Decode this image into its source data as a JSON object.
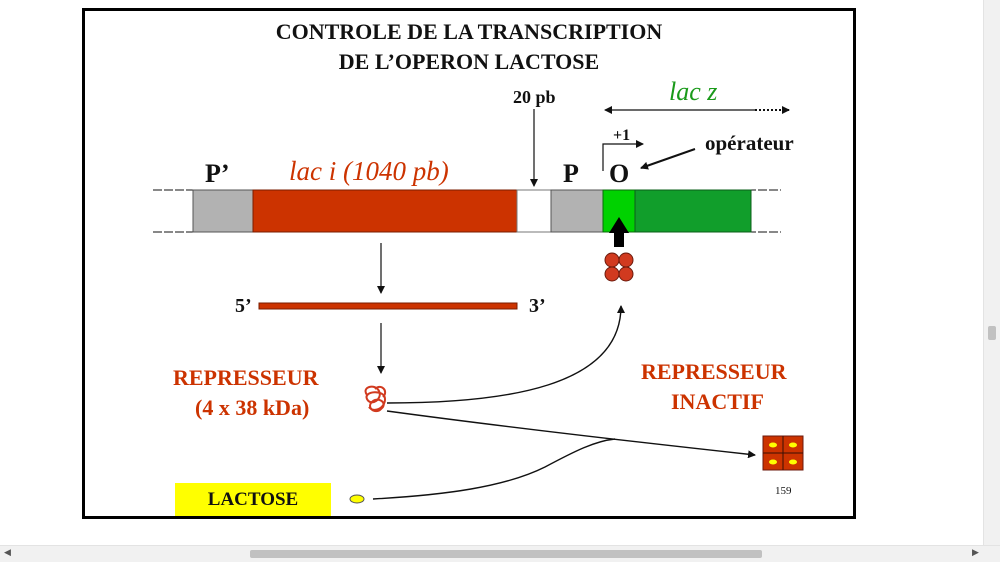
{
  "title": {
    "line1": "CONTROLE DE LA TRANSCRIPTION",
    "line2": "DE L’OPERON LACTOSE"
  },
  "labels": {
    "lac_z": "lac z",
    "pb20": "20 pb",
    "plus1": "+1",
    "operateur": "opérateur",
    "p_prime": "P’",
    "lac_i": "lac i (1040 pb)",
    "p": "P",
    "o": "O",
    "five": "5’",
    "three": "3’",
    "represseur_line1": "REPRESSEUR",
    "represseur_line2": "(4 x 38 kDa)",
    "inactif_line1": "REPRESSEUR",
    "inactif_line2": "INACTIF",
    "lactose": "LACTOSE",
    "page_number": "159"
  },
  "colors": {
    "lac_i": "#cc3300",
    "promoter": "#b2b2b2",
    "operator": "#00d200",
    "lac_z": "#119e2b",
    "repressor": "#d13a1f",
    "lactose": "#ffff00",
    "lac_z_label": "#1a9a1a"
  },
  "icons": {
    "repressor_active": "repressor-tetramer-icon",
    "repressor_free": "tangled-protein-icon",
    "repressor_inactive": "inactive-repressor-icon",
    "lactose_molecule": "lactose-oval-icon"
  }
}
